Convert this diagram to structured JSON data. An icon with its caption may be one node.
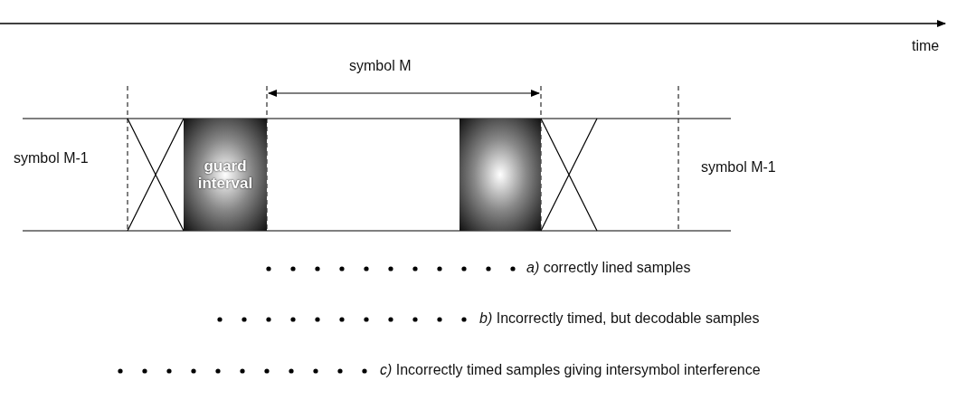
{
  "diagram": {
    "nodes": [
      {
        "text": [
          "guard interval"
        ]
      },
      {
        "text": [],
        "shape": "box"
      }
    ],
    "edges": [],
    "labels": [
      "time",
      "symbol M",
      "symbol M-1",
      "symbol M-1",
      "*a)* correctly lined samples",
      "*b)* Incorrectly timed, but decodable  samples",
      "*c)* Incorrectly timed samples giving intersymbol interference"
    ]
  }
}
